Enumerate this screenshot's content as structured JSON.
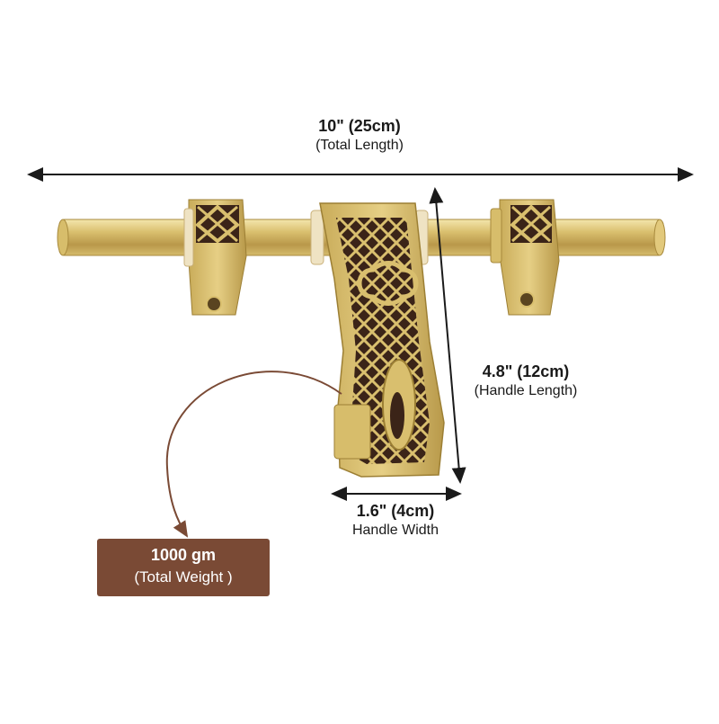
{
  "dimensions": {
    "total_length": {
      "value": "10\" (25cm)",
      "caption": "(Total Length)"
    },
    "handle_length": {
      "value": "4.8\" (12cm)",
      "caption": "(Handle Length)"
    },
    "handle_width": {
      "value": "1.6\" (4cm)",
      "caption": "Handle Width"
    }
  },
  "weight": {
    "value": "1000 gm",
    "caption": "(Total Weight )"
  },
  "colors": {
    "brass_light": "#e8d38c",
    "brass": "#c9ac5a",
    "brass_dark": "#9c7f34",
    "inlay": "#3b2418",
    "weight_box": "#7a4a35",
    "arrow": "#1a1a1a"
  }
}
